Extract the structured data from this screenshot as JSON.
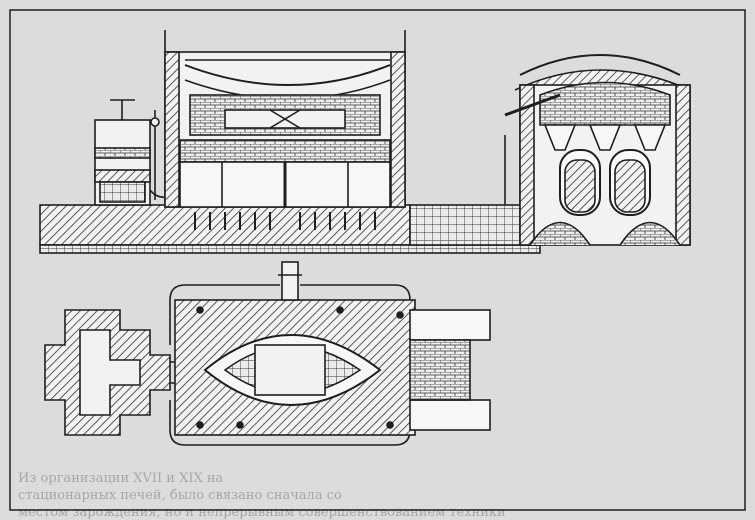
{
  "figure": {
    "background_text": [
      "Из организации XVII и XIX на",
      "стационарных печей, было связано сначала со",
      "местом зарождения, но и непрерывным совершенствованием техники"
    ],
    "colors": {
      "paper": "#dcdcdc",
      "ink": "#1e1e1e",
      "hatch": "#333333",
      "light_fill": "#f2f2f2"
    }
  }
}
